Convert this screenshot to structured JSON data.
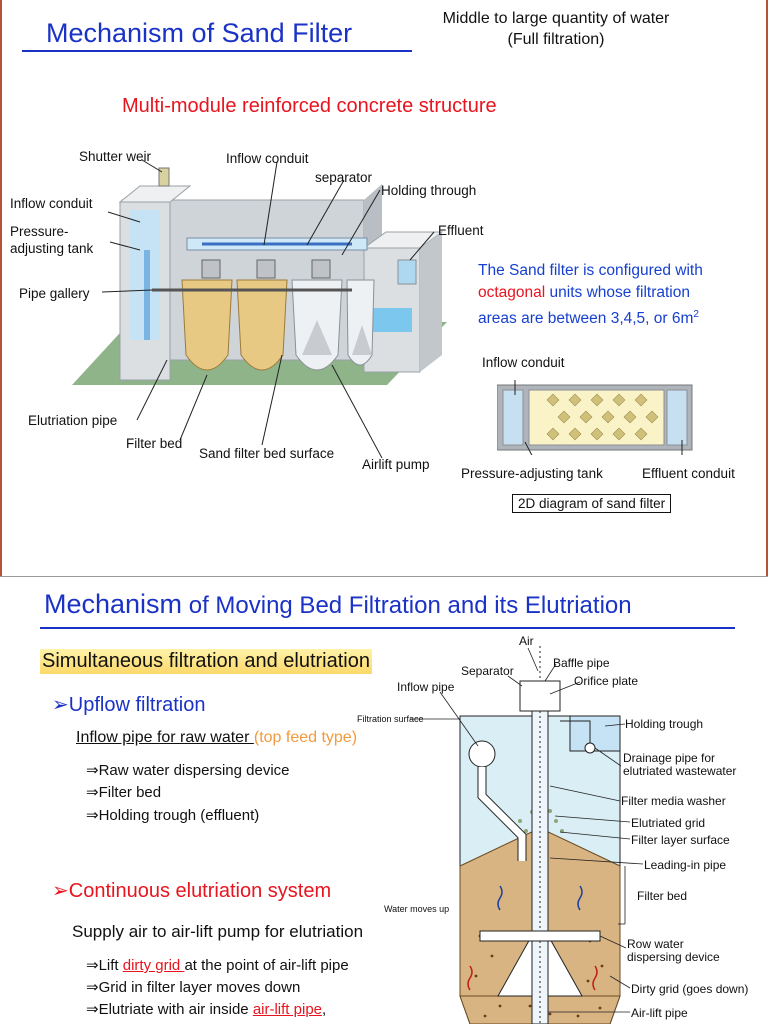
{
  "slide1": {
    "title": "Mechanism of Sand Filter",
    "subtitle_line1": "Middle to large quantity of water",
    "subtitle_line2": "(Full filtration)",
    "heading": "Multi-module reinforced concrete structure",
    "labels": {
      "shutter_weir": "Shutter weir",
      "inflow_conduit_top": "Inflow conduit",
      "separator": "separator",
      "holding_through": "Holding through",
      "inflow_conduit_left": "Inflow conduit",
      "pressure_adjusting_1": "Pressure-",
      "pressure_adjusting_2": "adjusting tank",
      "effluent": "Effluent",
      "pipe_gallery": "Pipe gallery",
      "elutriation_pipe": "Elutriation pipe",
      "filter_bed": "Filter bed",
      "sand_filter_bed_surface": "Sand filter bed surface",
      "airlift_pump": "Airlift pump"
    },
    "note": {
      "part1": "The Sand filter is configured with",
      "part2_red": "octagonal",
      "part2_rest": " units whose filtration",
      "part3": "areas are between 3,4,5, or 6m",
      "sup": "2"
    },
    "plan": {
      "inflow_conduit": "Inflow conduit",
      "pressure_tank": "Pressure-adjusting tank",
      "effluent_conduit": "Effluent conduit",
      "caption": "2D diagram of sand filter"
    }
  },
  "slide2": {
    "title_part1": "Mechanism",
    "title_part2": " of Moving Bed Filtration and its Elutriation",
    "highlight": "Simultaneous filtration and elutriation",
    "upflow": "➢Upflow filtration",
    "inflow_text": "Inflow pipe for raw water ",
    "inflow_orange": "(top feed type)",
    "upflow_items": [
      "⇒Raw water dispersing device",
      "⇒Filter bed",
      "⇒Holding trough (effluent)"
    ],
    "continuous": "➢Continuous elutriation system",
    "supply": "Supply air to air-lift pump for elutriation",
    "lift_pre": "⇒Lift ",
    "lift_u": "dirty grid ",
    "lift_post": "at the point of air-lift pipe",
    "grid_item": "⇒Grid in filter layer moves down",
    "elut_pre": "⇒Elutriate with air inside ",
    "elut_u": "air-lift pipe",
    "elut_post": ",",
    "diagram": {
      "air": "Air",
      "separator": "Separator",
      "baffle_pipe": "Baffle pipe",
      "orifice_plate": "Orifice plate",
      "inflow_pipe": "Inflow pipe",
      "filtration_surface": "Filtration surface",
      "holding_trough": "Holding trough",
      "drainage_1": "Drainage pipe for",
      "drainage_2": "elutriated wastewater",
      "filter_media_washer": "Filter media washer",
      "elutriated_grid": "Elutriated grid",
      "filter_layer_surface": "Filter layer surface",
      "leading_in_pipe": "Leading-in pipe",
      "filter_bed": "Filter bed",
      "water_moves_up": "Water moves up",
      "row_water_1": "Row water",
      "row_water_2": "dispersing device",
      "dirty_grid": "Dirty grid (goes down)",
      "air_lift_pipe": "Air-lift pipe"
    }
  },
  "colors": {
    "title_blue": "#1a32c6",
    "red": "#e8141e",
    "orange": "#f29a3c",
    "note_blue": "#1740d0"
  }
}
